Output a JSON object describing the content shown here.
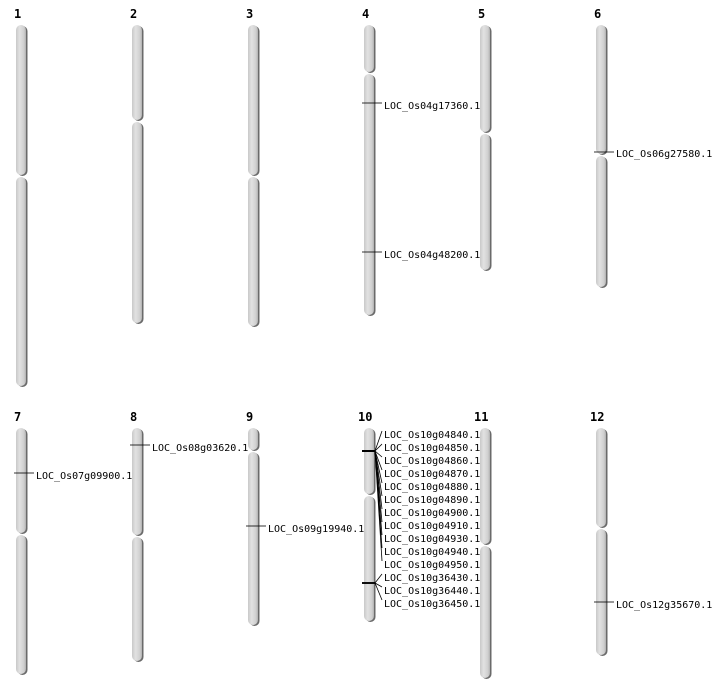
{
  "chromosomes": [
    {
      "label": "1",
      "genes": []
    },
    {
      "label": "2",
      "genes": []
    },
    {
      "label": "3",
      "genes": []
    },
    {
      "label": "4",
      "genes": [
        "LOC_Os04g17360.1",
        "LOC_Os04g48200.1"
      ]
    },
    {
      "label": "5",
      "genes": []
    },
    {
      "label": "6",
      "genes": [
        "LOC_Os06g27580.1"
      ]
    },
    {
      "label": "7",
      "genes": [
        "LOC_Os07g09900.1"
      ]
    },
    {
      "label": "8",
      "genes": [
        "LOC_Os08g03620.1"
      ]
    },
    {
      "label": "9",
      "genes": [
        "LOC_Os09g19940.1"
      ]
    },
    {
      "label": "10",
      "genes": [
        "LOC_Os10g04840.1",
        "LOC_Os10g04850.1",
        "LOC_Os10g04860.1",
        "LOC_Os10g04870.1",
        "LOC_Os10g04880.1",
        "LOC_Os10g04890.1",
        "LOC_Os10g04900.1",
        "LOC_Os10g04910.1",
        "LOC_Os10g04930.1",
        "LOC_Os10g04940.1",
        "LOC_Os10g04950.1",
        "LOC_Os10g36430.1",
        "LOC_Os10g36440.1",
        "LOC_Os10g36450.1"
      ]
    },
    {
      "label": "11",
      "genes": []
    },
    {
      "label": "12",
      "genes": [
        "LOC_Os12g35670.1"
      ]
    }
  ],
  "colors": {
    "chromosome_fill": "#d4d4d4",
    "chromosome_shadow": "#6a6a6a",
    "marker": "#000000"
  }
}
